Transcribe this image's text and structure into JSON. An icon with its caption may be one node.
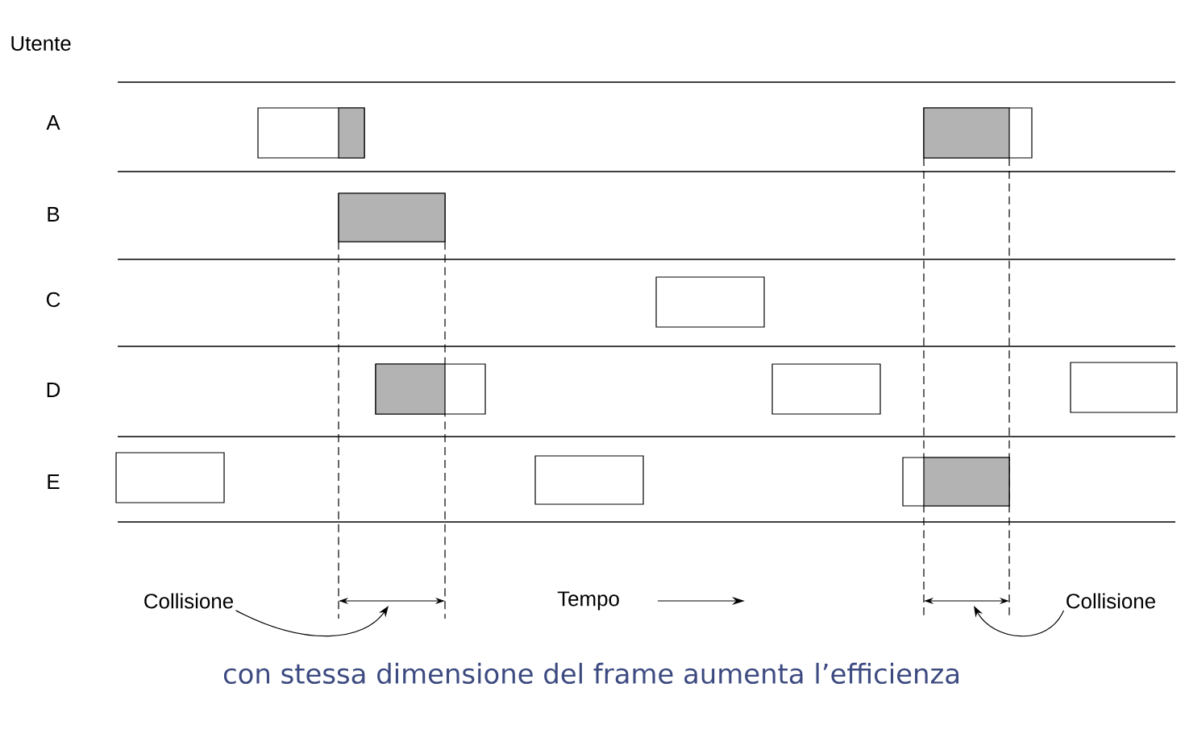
{
  "diagram": {
    "caption": "con stessa dimensione del frame aumenta l’efficienza",
    "nodes": [
      {
        "text": [
          "Collisione"
        ]
      },
      {
        "text": [
          "Collisione"
        ]
      }
    ],
    "edges": [
      {
        "from": 0,
        "to": null,
        "arrow": "to"
      },
      {
        "from": 1,
        "to": null,
        "arrow": "to"
      }
    ],
    "labels": [
      "Utente",
      "A",
      "B",
      "C",
      "D",
      "E",
      "Tempo"
    ]
  }
}
